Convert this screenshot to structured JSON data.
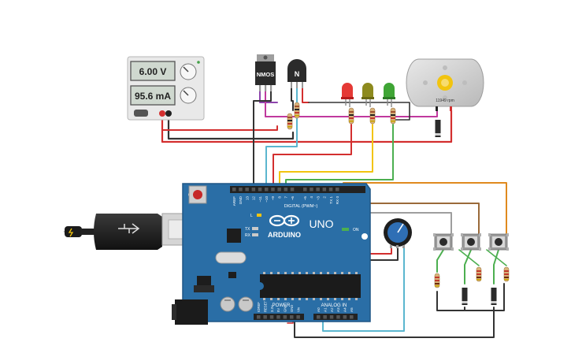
{
  "power_supply": {
    "voltage_display": "6.00 V",
    "current_display": "95.6 mA"
  },
  "transistors": {
    "mosfet_label": "NMOS",
    "bjt_label": "N"
  },
  "motor": {
    "speed_label": "11949 rpm"
  },
  "arduino": {
    "logo_text": "ARDUINO",
    "model_text": "UNO",
    "digital_header_label": "DIGITAL (PWM~)",
    "power_label": "POWER",
    "analog_label": "ANALOG IN",
    "on_label": "ON",
    "tx_label": "TX",
    "rx_label": "RX",
    "l_label": "L",
    "top_pin_labels": [
      "AREF",
      "GND",
      "13",
      "12",
      "~11",
      "~10",
      "~9",
      "8",
      "7",
      "~6",
      "~5",
      "4",
      "~3",
      "2",
      "TX 1",
      "RX 0"
    ],
    "power_pin_labels": [
      "IOREF",
      "RESET",
      "3.3V",
      "5V",
      "GND",
      "GND",
      "Vin"
    ],
    "analog_pin_labels": [
      "A0",
      "A1",
      "A2",
      "A3",
      "A4",
      "A5"
    ]
  },
  "colors": {
    "board": "#2a6ea6",
    "board_dark": "#1f5785",
    "wire_red": "#d32f2f",
    "wire_black": "#333333",
    "wire_orange": "#e08a1e",
    "wire_brown": "#9a6a3a",
    "wire_green": "#4caf50",
    "wire_yellow": "#f2c40f",
    "wire_cyan": "#5bb6cf",
    "wire_purple": "#8e44ad",
    "wire_magenta": "#c0399e",
    "led_red": "#e53935",
    "led_yellow": "#8d8a1e",
    "led_green": "#3fa535"
  }
}
